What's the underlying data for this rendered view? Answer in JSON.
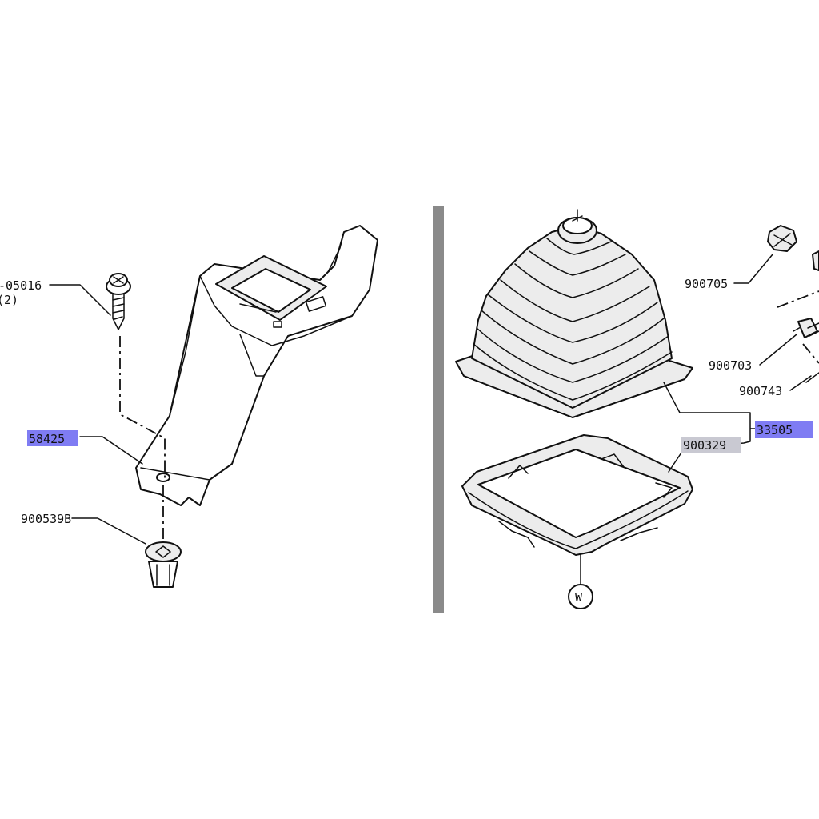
{
  "left_panel": {
    "labels": {
      "screw_part": "-05016",
      "screw_qty": "(2)",
      "console_part": "58425",
      "clip_part": "900539B"
    }
  },
  "right_panel": {
    "labels": {
      "nut_part": "900705",
      "bolt_part": "900703",
      "washer_part": "900743",
      "boot_assembly_part": "33505",
      "boot_frame_part": "900329",
      "reference_marker": "W"
    }
  },
  "colors": {
    "highlight_blue": "#7f7cf3",
    "highlight_grey": "#c9c9d2",
    "divider": "#808080",
    "line": "#111111"
  }
}
